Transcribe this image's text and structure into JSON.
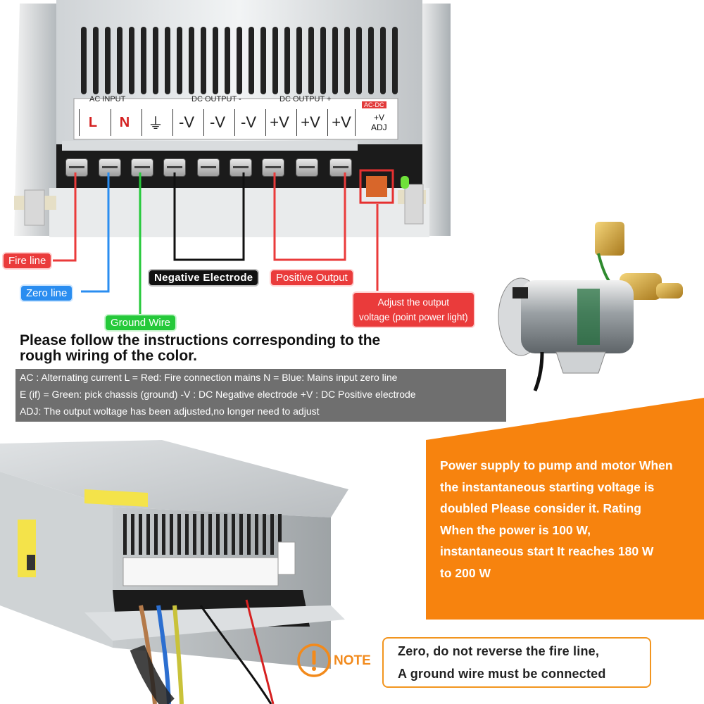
{
  "terminal_block": {
    "group_labels": {
      "ac_input": "AC INPUT",
      "dc_output_neg": "DC OUTPUT -",
      "dc_output_pos": "DC OUTPUT +"
    },
    "terminals": [
      "L",
      "N",
      "⏚",
      "-V",
      "-V",
      "-V",
      "+V",
      "+V",
      "+V"
    ],
    "badge": "AC-DC",
    "adj_label_top": "+V",
    "adj_label_bottom": "ADJ"
  },
  "callouts": {
    "fire_line": "Fire line",
    "zero_line": "Zero line",
    "ground_wire": "Ground Wire",
    "negative_electrode": "Negative Electrode",
    "positive_output": "Positive Output",
    "adjust_line1": "Adjust the output",
    "adjust_line2": "voltage (point power light)"
  },
  "instructions": {
    "heading_line1": "Please follow the instructions corresponding to the",
    "heading_line2": "rough wiring of the color.",
    "legend": [
      "AC : Alternating current    L = Red: Fire connection mains   N = Blue: Mains input zero line",
      "E (if) = Green: pick chassis (ground)  -V : DC Negative electrode  +V : DC Positive electrode",
      "ADJ: The output woltage has been adjusted,no longer need to adjust"
    ]
  },
  "banner": {
    "lines": [
      "Power supply to pump and motor When",
      "the instantaneous starting voltage is",
      "doubled Please consider it. Rating",
      "When the power is 100 W,",
      "instantaneous start It reaches 180 W",
      "to 200 W"
    ]
  },
  "note": {
    "label": "NOTE",
    "line1": "Zero, do not reverse the fire line,",
    "line2": "A ground wire must be connected"
  },
  "colors": {
    "fire": "#ea3b3b",
    "zero": "#2a8df0",
    "ground": "#25c93a",
    "banner": "#f7830e",
    "legend_bg": "#6f6f6f"
  }
}
